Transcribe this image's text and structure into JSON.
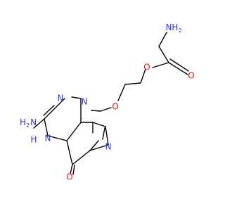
{
  "molecule": {
    "atoms": [
      {
        "id": "nh2_top",
        "element": "N",
        "label": "NH",
        "label_sub": "2",
        "color": "#2b35d6"
      },
      {
        "id": "o_ester_carbonyl",
        "element": "O",
        "label": "O",
        "color": "#e0170f"
      },
      {
        "id": "o_ester",
        "element": "O",
        "label": "O",
        "color": "#e0170f"
      },
      {
        "id": "o_ether",
        "element": "O",
        "label": "O",
        "color": "#e0170f"
      },
      {
        "id": "n9",
        "element": "N",
        "label": "N",
        "color": "#2b35d6"
      },
      {
        "id": "n3",
        "element": "N",
        "label": "N",
        "color": "#2b35d6"
      },
      {
        "id": "nh2_left",
        "element": "N",
        "label": "H",
        "label_sub": "2",
        "label_prefix": "N",
        "color": "#2b35d6"
      },
      {
        "id": "n1",
        "element": "N",
        "label": "N",
        "color": "#2b35d6"
      },
      {
        "id": "h1",
        "element": "H",
        "label": "H",
        "color": "#2b35d6"
      },
      {
        "id": "n7",
        "element": "N",
        "label": "N",
        "color": "#2b35d6"
      },
      {
        "id": "o_ring",
        "element": "O",
        "label": "O",
        "color": "#e0170f"
      }
    ]
  }
}
